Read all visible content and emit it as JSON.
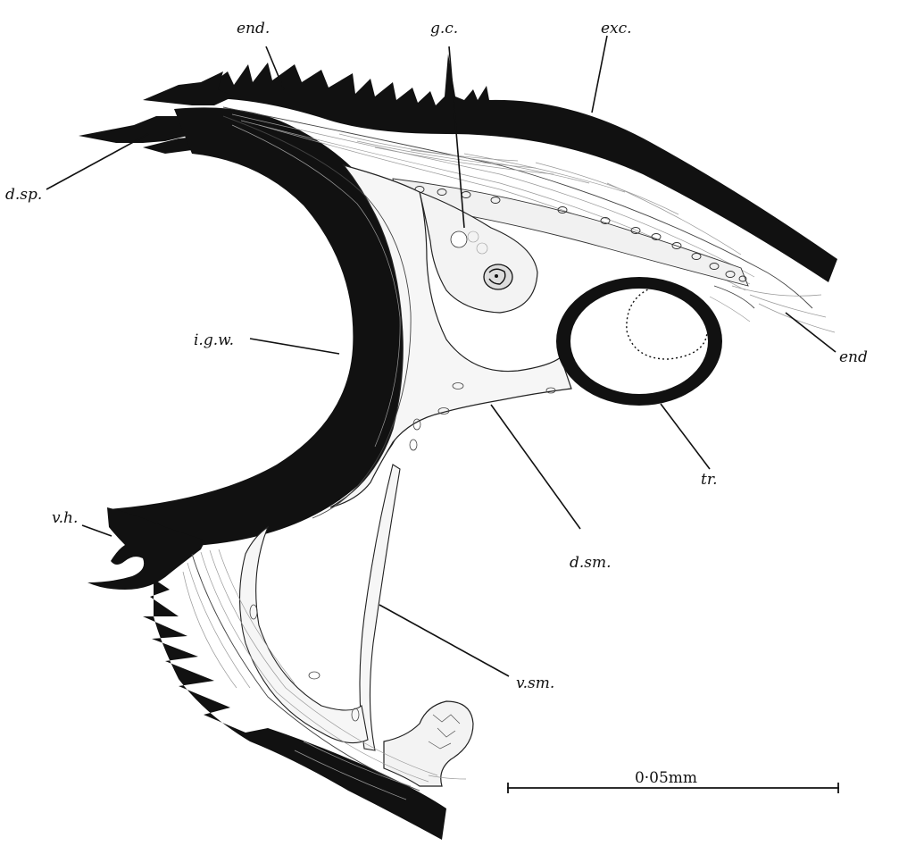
{
  "labels": {
    "end_top": "end.",
    "gc": "g.c.",
    "exc": "exc.",
    "dsp": "d.sp.",
    "igw": "i.g.w.",
    "end_right": "end",
    "tr": "tr.",
    "vh": "v.h.",
    "dsm": "d.sm.",
    "vsm": "v.sm."
  },
  "scale_bar": {
    "label": "0·05mm"
  },
  "colors": {
    "ink": "#111111",
    "paper": "#ffffff",
    "stipple": "#555555"
  }
}
